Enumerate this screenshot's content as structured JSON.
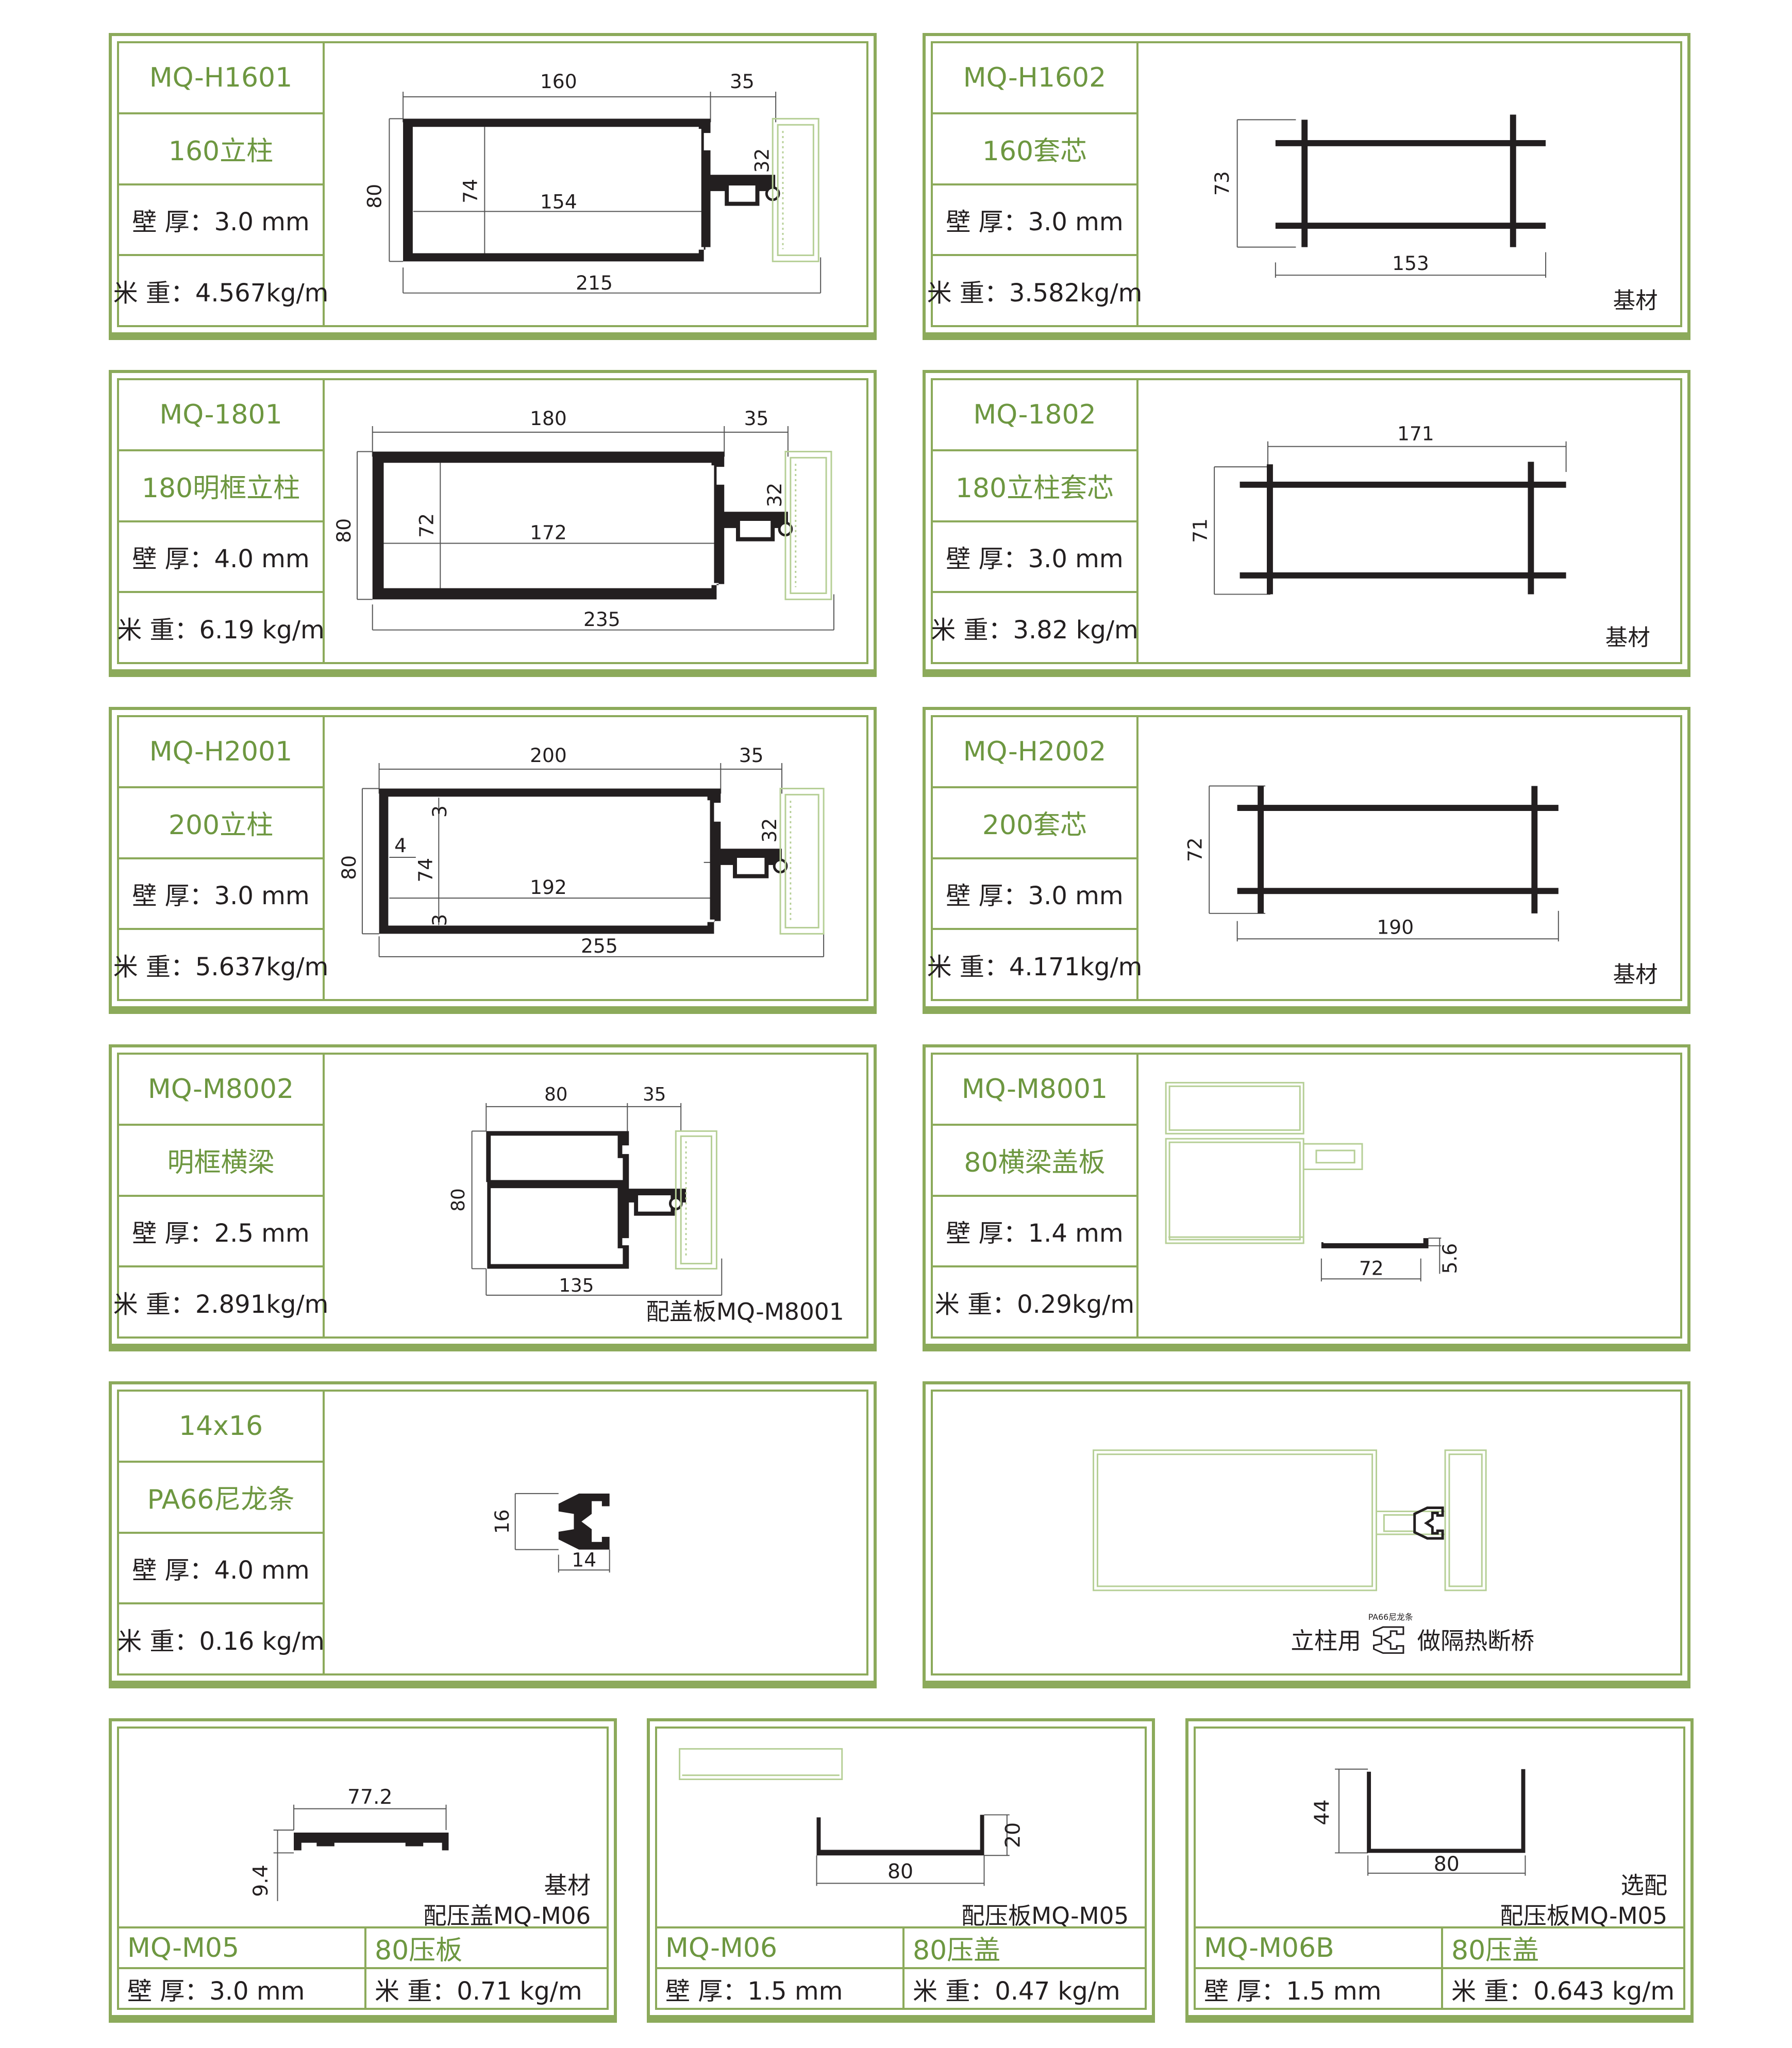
{
  "colors": {
    "frame": "#8caa5b",
    "accent_text": "#6d9740",
    "profile": "#231f20",
    "ghost": "#b6cf96"
  },
  "cards": [
    {
      "code": "MQ-H1601",
      "name": "160立柱",
      "wall": "壁 厚：3.0 mm",
      "weight": "米 重：4.567kg/m",
      "dims": {
        "w_top": "160",
        "w_ext": "35",
        "h_total": "80",
        "h_inner": "74",
        "w_inner": "154",
        "w_total": "215",
        "h_arm": "32"
      }
    },
    {
      "code": "MQ-H1602",
      "name": "160套芯",
      "wall": "壁 厚：3.0 mm",
      "weight": "米 重：3.582kg/m",
      "note": "基材",
      "dims": {
        "h": "73",
        "w": "153"
      }
    },
    {
      "code": "MQ-1801",
      "name": "180明框立柱",
      "wall": "壁 厚：4.0 mm",
      "weight": "米 重：6.19 kg/m",
      "dims": {
        "w_top": "180",
        "w_ext": "35",
        "h_total": "80",
        "h_inner": "72",
        "w_inner": "172",
        "w_total": "235",
        "h_arm": "32"
      }
    },
    {
      "code": "MQ-1802",
      "name": "180立柱套芯",
      "wall": "壁 厚：3.0 mm",
      "weight": "米 重：3.82 kg/m",
      "note": "基材",
      "dims": {
        "h": "71",
        "w": "171"
      }
    },
    {
      "code": "MQ-H2001",
      "name": "200立柱",
      "wall": "壁 厚：3.0 mm",
      "weight": "米 重：5.637kg/m",
      "dims": {
        "w_top": "200",
        "w_ext": "35",
        "h_total": "80",
        "h_inner": "74",
        "w_inner": "192",
        "w_total": "255",
        "h_arm": "32",
        "t1": "4",
        "t2": "3",
        "t3": "3",
        "t4": "4"
      }
    },
    {
      "code": "MQ-H2002",
      "name": "200套芯",
      "wall": "壁 厚：3.0 mm",
      "weight": "米 重：4.171kg/m",
      "note": "基材",
      "dims": {
        "h": "72",
        "w": "190"
      }
    },
    {
      "code": "MQ-M8002",
      "name": "明框横梁",
      "wall": "壁 厚：2.5 mm",
      "weight": "米 重：2.891kg/m",
      "note": "配盖板MQ-M8001",
      "dims": {
        "w_top": "80",
        "w_ext": "35",
        "h": "80",
        "w_total": "135"
      }
    },
    {
      "code": "MQ-M8001",
      "name": "80横梁盖板",
      "wall": "壁 厚：1.4 mm",
      "weight": "米 重：0.29kg/m",
      "dims": {
        "w": "72",
        "h": "5.6"
      }
    },
    {
      "code": "14x16",
      "name": "PA66尼龙条",
      "wall": "壁 厚：4.0 mm",
      "weight": "米 重：0.16 kg/m",
      "dims": {
        "h": "16",
        "w": "14"
      }
    }
  ],
  "assembly": {
    "text1": "立柱用",
    "tag": "PA66尼龙条",
    "text2": "做隔热断桥"
  },
  "bottom": [
    {
      "code": "MQ-M05",
      "name": "80压板",
      "wall": "壁 厚：3.0 mm",
      "weight": "米 重：0.71 kg/m",
      "note1": "基材",
      "note2": "配压盖MQ-M06",
      "dims": {
        "w": "77.2",
        "h": "9.4"
      }
    },
    {
      "code": "MQ-M06",
      "name": "80压盖",
      "wall": "壁 厚：1.5 mm",
      "weight": "米 重：0.47 kg/m",
      "note2": "配压板MQ-M05",
      "dims": {
        "w": "80",
        "h": "20"
      }
    },
    {
      "code": "MQ-M06B",
      "name": "80压盖",
      "wall": "壁 厚：1.5 mm",
      "weight": "米 重：0.643 kg/m",
      "note1": "选配",
      "note2": "配压板MQ-M05",
      "dims": {
        "w": "80",
        "h": "44"
      }
    }
  ]
}
